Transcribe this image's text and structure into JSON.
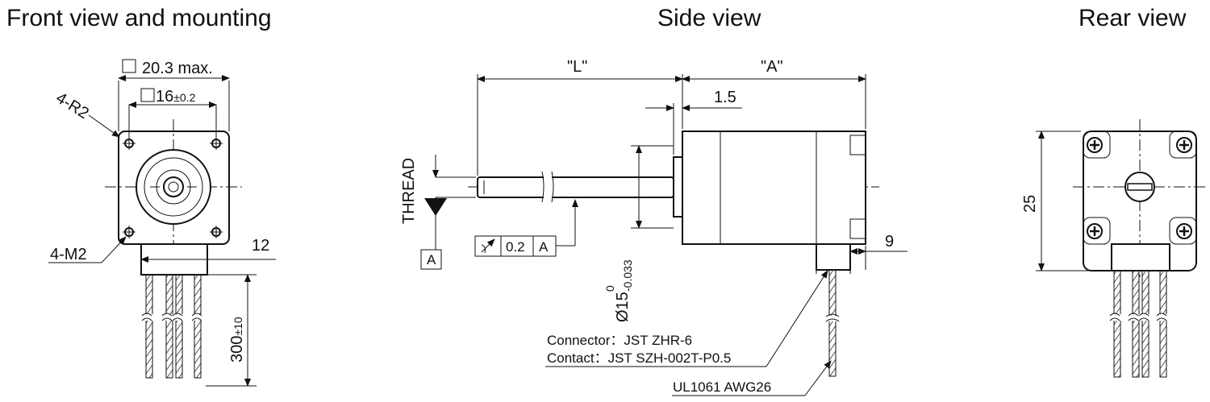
{
  "views": {
    "front": {
      "title": "Front view and mounting"
    },
    "side": {
      "title": "Side view"
    },
    "rear": {
      "title": "Rear view"
    }
  },
  "dimensions": {
    "flange_max": "20.3 max.",
    "hole_pitch": "16",
    "hole_pitch_tol": "±0.2",
    "corner_radius": "4-R2",
    "mounting_holes": "4-M2",
    "connector_width": "12",
    "lead_length": "300",
    "lead_length_tol": "±10",
    "shaft_length": "\"L\"",
    "body_length": "\"A\"",
    "boss_height": "1.5",
    "boss_diameter": "Ø15",
    "boss_diameter_upper": "0",
    "boss_diameter_lower": "-0.033",
    "connector_offset": "9",
    "thread": "THREAD",
    "datum": "A",
    "rear_height": "25"
  },
  "tolerance_frame": {
    "value": "0.2",
    "datum": "A"
  },
  "notes": {
    "connector": "Connector：JST ZHR-6",
    "contact": "Contact：JST SZH-002T-P0.5",
    "wire": "UL1061  AWG26"
  }
}
